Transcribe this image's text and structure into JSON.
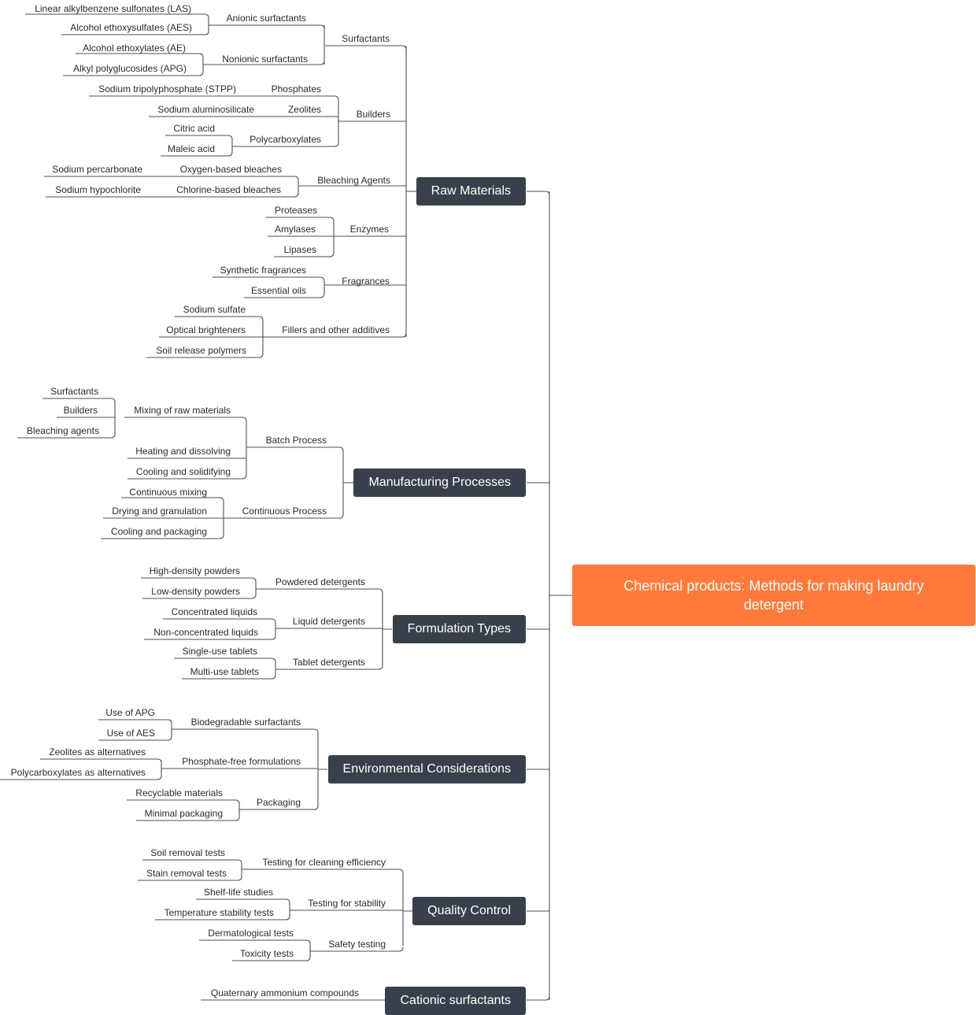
{
  "root": {
    "label": "Chemical products: Methods for making laundry detergent"
  },
  "branches": [
    {
      "label": "Raw Materials",
      "children": [
        {
          "label": "Surfactants",
          "children": [
            {
              "label": "Anionic surfactants",
              "children": [
                {
                  "label": "Linear alkylbenzene sulfonates (LAS)"
                },
                {
                  "label": "Alcohol ethoxysulfates (AES)"
                }
              ]
            },
            {
              "label": "Nonionic surfactants",
              "children": [
                {
                  "label": "Alcohol ethoxylates (AE)"
                },
                {
                  "label": "Alkyl polyglucosides (APG)"
                }
              ]
            }
          ]
        },
        {
          "label": "Builders",
          "children": [
            {
              "label": "Phosphates",
              "children": [
                {
                  "label": "Sodium tripolyphosphate (STPP)"
                }
              ]
            },
            {
              "label": "Zeolites",
              "children": [
                {
                  "label": "Sodium aluminosilicate"
                }
              ]
            },
            {
              "label": "Polycarboxylates",
              "children": [
                {
                  "label": "Citric acid"
                },
                {
                  "label": "Maleic acid"
                }
              ]
            }
          ]
        },
        {
          "label": "Bleaching Agents",
          "children": [
            {
              "label": "Oxygen-based bleaches",
              "children": [
                {
                  "label": "Sodium percarbonate"
                }
              ]
            },
            {
              "label": "Chlorine-based bleaches",
              "children": [
                {
                  "label": "Sodium hypochlorite"
                }
              ]
            }
          ]
        },
        {
          "label": "Enzymes",
          "children": [
            {
              "label": "Proteases"
            },
            {
              "label": "Amylases"
            },
            {
              "label": "Lipases"
            }
          ]
        },
        {
          "label": "Fragrances",
          "children": [
            {
              "label": "Synthetic fragrances"
            },
            {
              "label": "Essential oils"
            }
          ]
        },
        {
          "label": "Fillers and other additives",
          "children": [
            {
              "label": "Sodium sulfate"
            },
            {
              "label": "Optical brighteners"
            },
            {
              "label": "Soil release polymers"
            }
          ]
        }
      ]
    },
    {
      "label": "Manufacturing Processes",
      "children": [
        {
          "label": "Batch Process",
          "children": [
            {
              "label": "Mixing of raw materials",
              "children": [
                {
                  "label": "Surfactants"
                },
                {
                  "label": "Builders"
                },
                {
                  "label": "Bleaching agents"
                }
              ]
            },
            {
              "label": "Heating and dissolving"
            },
            {
              "label": "Cooling and solidifying"
            }
          ]
        },
        {
          "label": "Continuous Process",
          "children": [
            {
              "label": "Continuous mixing"
            },
            {
              "label": "Drying and granulation"
            },
            {
              "label": "Cooling and packaging"
            }
          ]
        }
      ]
    },
    {
      "label": "Formulation Types",
      "children": [
        {
          "label": "Powdered detergents",
          "children": [
            {
              "label": "High-density powders"
            },
            {
              "label": "Low-density powders"
            }
          ]
        },
        {
          "label": "Liquid detergents",
          "children": [
            {
              "label": "Concentrated liquids"
            },
            {
              "label": "Non-concentrated liquids"
            }
          ]
        },
        {
          "label": "Tablet detergents",
          "children": [
            {
              "label": "Single-use tablets"
            },
            {
              "label": "Multi-use tablets"
            }
          ]
        }
      ]
    },
    {
      "label": "Environmental Considerations",
      "children": [
        {
          "label": "Biodegradable surfactants",
          "children": [
            {
              "label": "Use of APG"
            },
            {
              "label": "Use of AES"
            }
          ]
        },
        {
          "label": "Phosphate-free formulations",
          "children": [
            {
              "label": "Zeolites as alternatives"
            },
            {
              "label": "Polycarboxylates as alternatives"
            }
          ]
        },
        {
          "label": "Packaging",
          "children": [
            {
              "label": "Recyclable materials"
            },
            {
              "label": "Minimal packaging"
            }
          ]
        }
      ]
    },
    {
      "label": "Quality Control",
      "children": [
        {
          "label": "Testing for cleaning efficiency",
          "children": [
            {
              "label": "Soil removal tests"
            },
            {
              "label": "Stain removal tests"
            }
          ]
        },
        {
          "label": "Testing for stability",
          "children": [
            {
              "label": "Shelf-life studies"
            },
            {
              "label": "Temperature stability tests"
            }
          ]
        },
        {
          "label": "Safety testing",
          "children": [
            {
              "label": "Dermatological tests"
            },
            {
              "label": "Toxicity tests"
            }
          ]
        }
      ]
    },
    {
      "label": "Cationic surfactants",
      "children": [
        {
          "label": "Quaternary ammonium compounds"
        }
      ]
    }
  ],
  "colors": {
    "root": "#ff7a3a",
    "branch": "#38414b",
    "line": "#4a525b",
    "text": "#2b2b2b"
  }
}
